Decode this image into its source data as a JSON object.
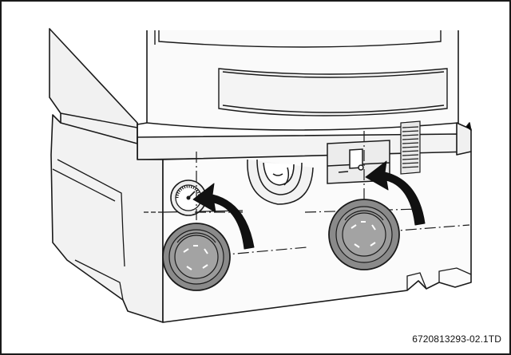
{
  "figure": {
    "code": "6720813293-02.1TD"
  },
  "colors": {
    "outline": "#1a1a1a",
    "body_fill": "#f7f7f7",
    "cap_fill": "#8a8a8a",
    "cap_inner": "#9e9e9e",
    "arrow_fill": "#111111"
  },
  "steps": [
    {
      "id": "left-cap",
      "action": "rotate counter-clockwise",
      "icon": "rotate-arrow-icon"
    },
    {
      "id": "right-cap",
      "action": "rotate counter-clockwise",
      "icon": "rotate-arrow-icon"
    }
  ]
}
